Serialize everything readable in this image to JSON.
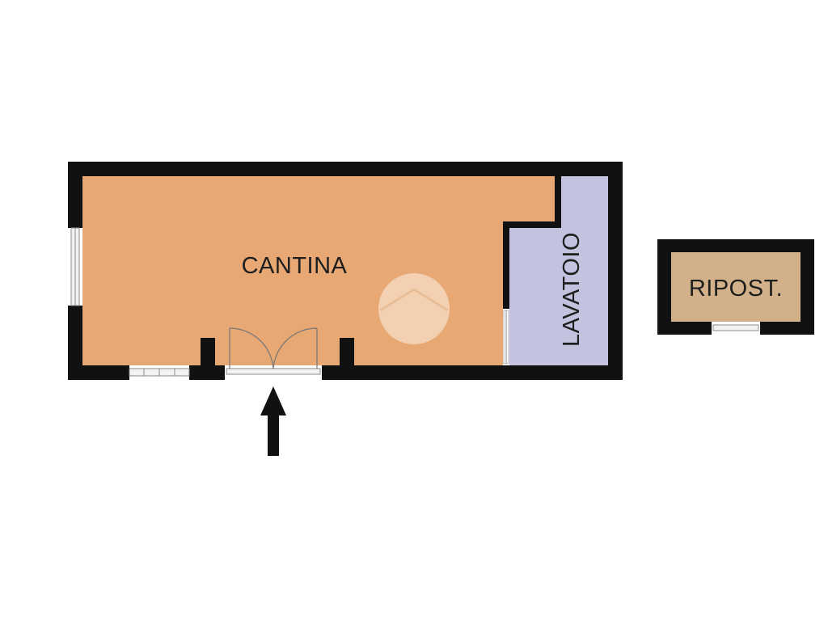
{
  "rooms": {
    "cantina": {
      "label": "CANTINA",
      "fill": "#E8A874"
    },
    "lavatoio": {
      "label": "LAVATOIO",
      "fill": "#C4C3DF"
    },
    "ripostiglio": {
      "label": "RIPOST.",
      "fill": "#D2B08A"
    }
  },
  "colors": {
    "wall": "#111111",
    "background": "#ffffff",
    "window_glass": "#f2f2f2",
    "watermark": "#F4D7BC"
  },
  "icons": {
    "entrance": "arrow-up-icon",
    "watermark": "house-watermark-icon"
  }
}
